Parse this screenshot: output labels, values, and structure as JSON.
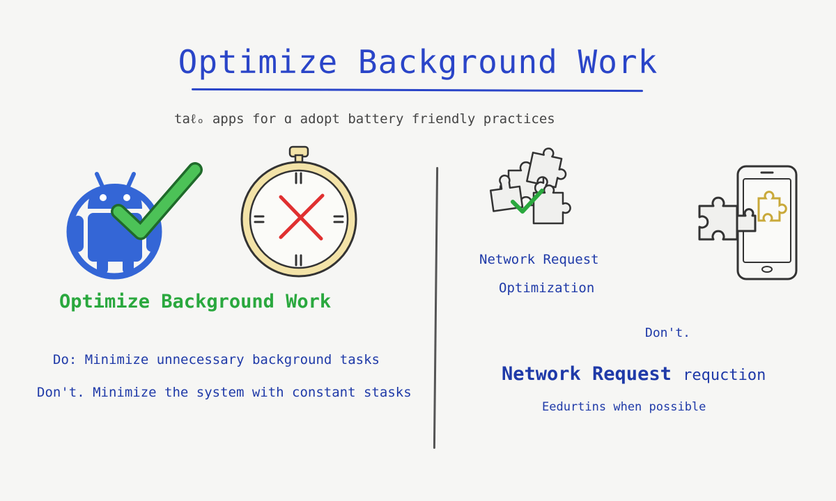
{
  "header": {
    "title": "Optimize Background Work",
    "subtitle": "ta⁠ℓ⁠ₒ apps for ɑ adopt battery friendly practices"
  },
  "left_panel": {
    "heading": "Optimize Background Work",
    "do_line": "Do:  Minimize unnecessary background tasks",
    "dont_line": "Don't. Minimize the system with constant stasks",
    "icons": [
      "android-robot-icon",
      "checkmark-icon",
      "stopwatch-icon",
      "red-x-icon"
    ]
  },
  "right_panel": {
    "label_line1": "Network Request",
    "label_line2": "Optimization",
    "dont_label": "Don't.",
    "reduction_heading": "Network Request",
    "reduction_word": "requction",
    "reduction_sub": "Eedurtins when possible",
    "icons": [
      "puzzle-cluster-icon",
      "green-check-icon",
      "phone-icon",
      "puzzle-piece-icon"
    ]
  },
  "colors": {
    "title_blue": "#2a45c8",
    "text_blue": "#1f3aa8",
    "green": "#2aa83e",
    "red": "#e03030",
    "android_blue": "#3466d6",
    "gold": "#c9a93a"
  }
}
